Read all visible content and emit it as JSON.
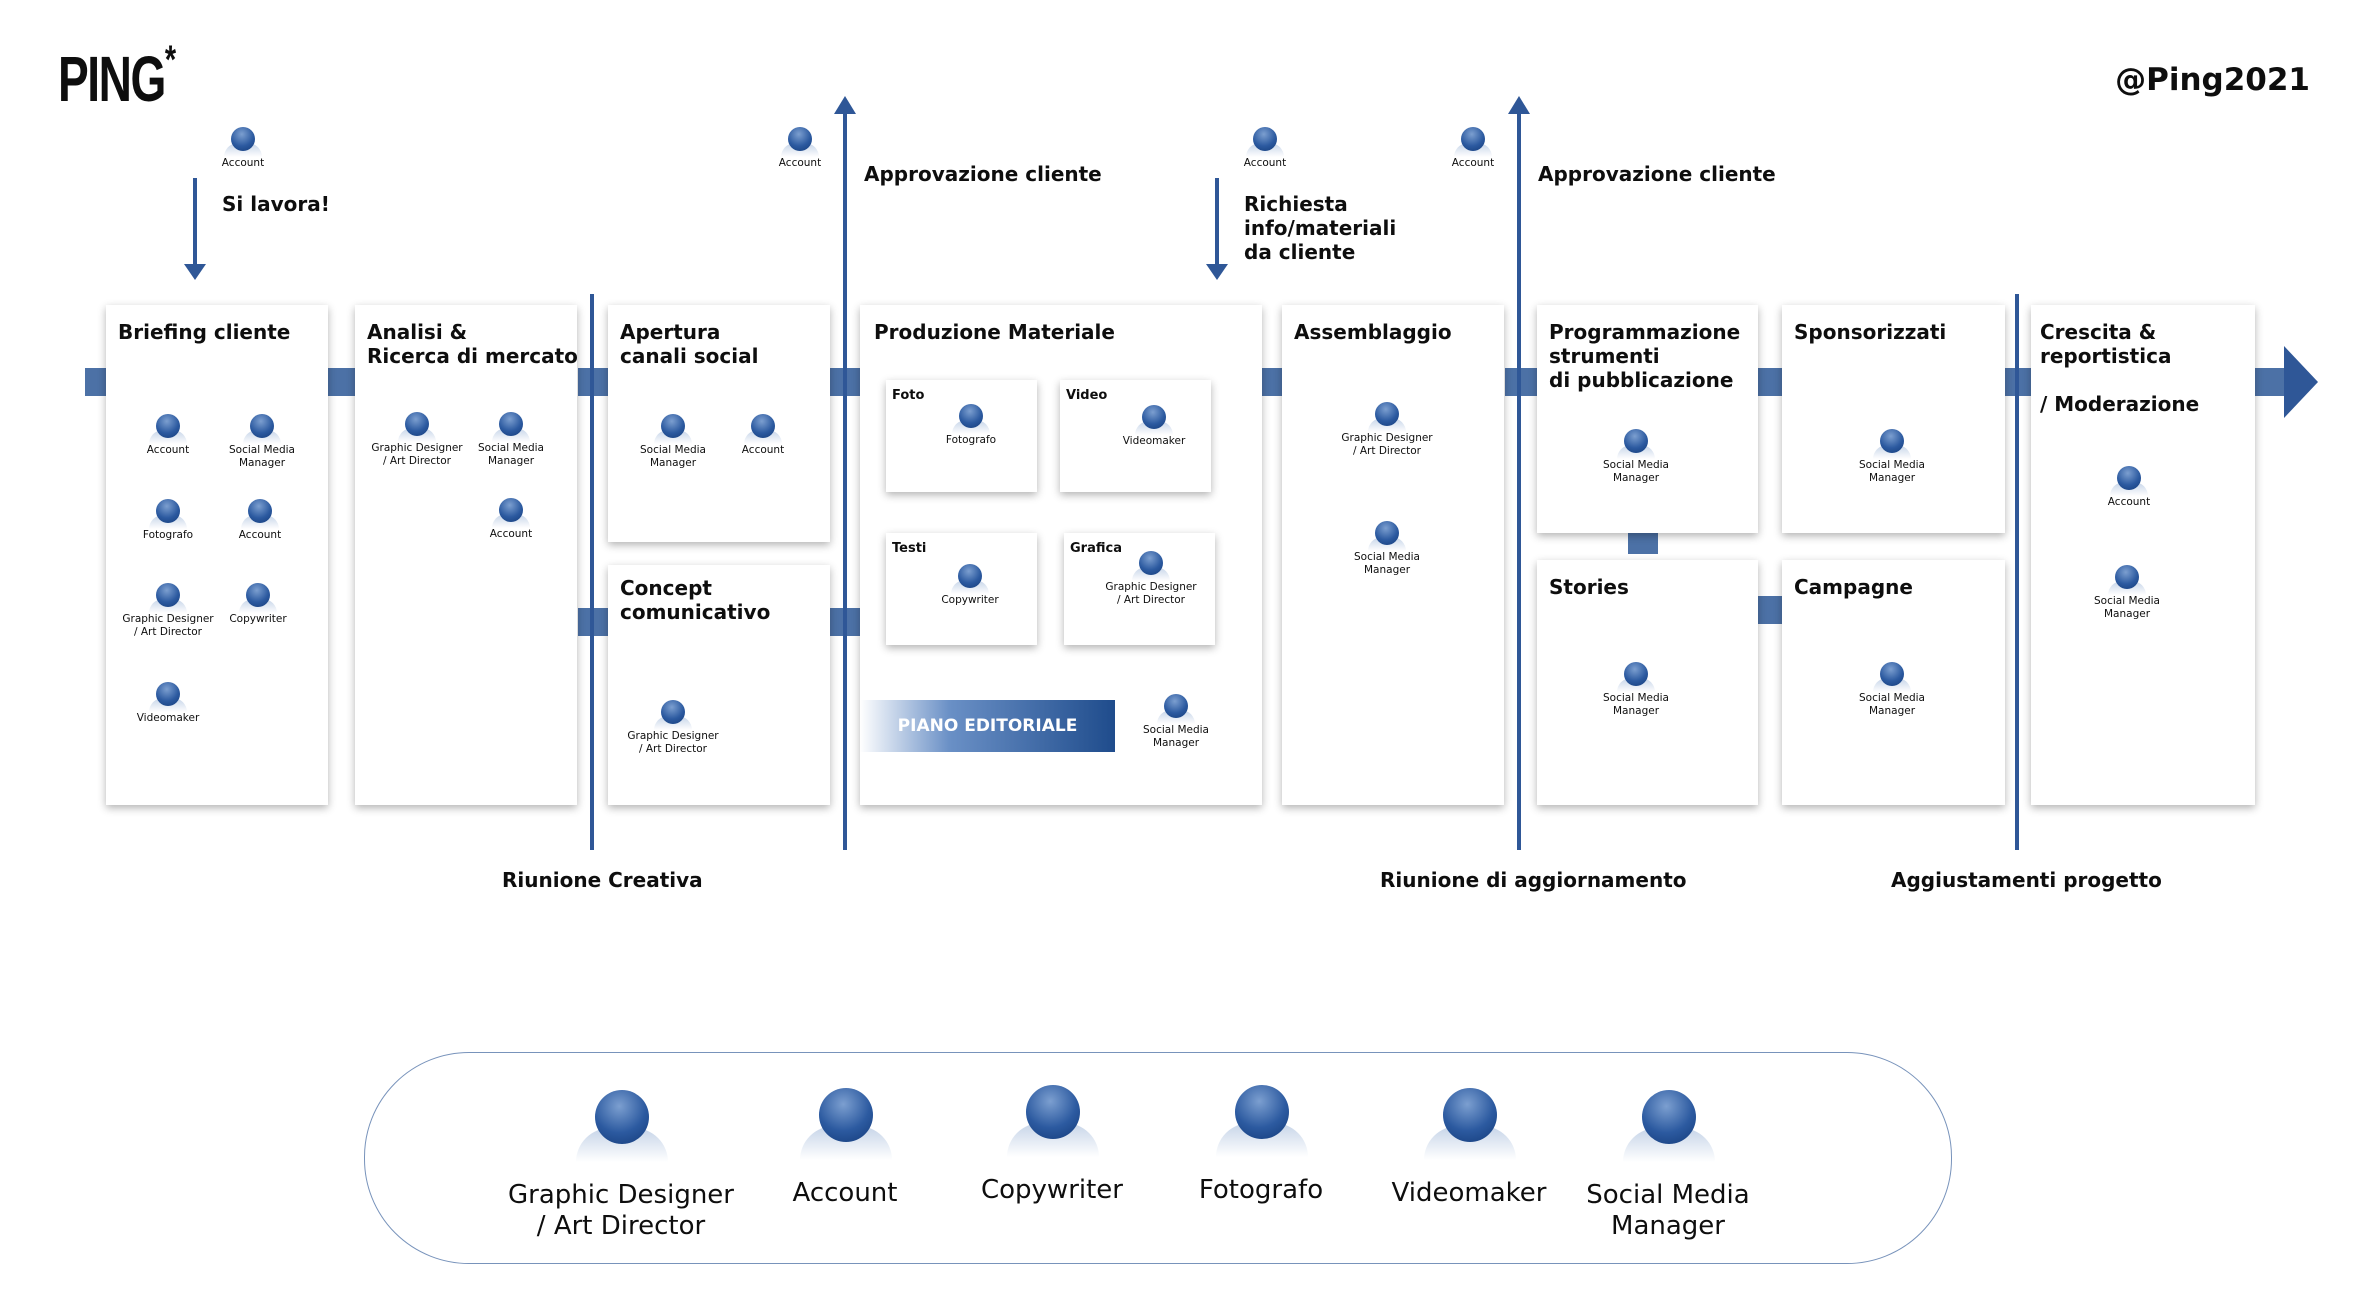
{
  "brand": {
    "logo": "PING",
    "logo_mark": "*",
    "handle": "@Ping2021"
  },
  "top_annotations": {
    "si_lavora": {
      "role": "Account",
      "text": "Si lavora!"
    },
    "approvazione_1": {
      "role": "Account",
      "text": "Approvazione cliente"
    },
    "richiesta": {
      "role": "Account",
      "text": "Richiesta\ninfo/materiali\nda cliente"
    },
    "approvazione_2": {
      "role": "Account",
      "text": "Approvazione cliente"
    }
  },
  "phases": {
    "briefing": {
      "title": "Briefing cliente",
      "people": [
        "Account",
        "Social Media\nManager",
        "Fotografo",
        "Account",
        "Graphic Designer\n/ Art Director",
        "Copywriter",
        "Videomaker"
      ]
    },
    "analisi": {
      "title": "Analisi &\n Ricerca di mercato",
      "people": [
        "Graphic Designer\n/ Art Director",
        "Social Media\nManager",
        "Account"
      ]
    },
    "apertura": {
      "title": "Apertura\ncanali social",
      "people": [
        "Social Media\nManager",
        "Account"
      ]
    },
    "concept": {
      "title": "Concept\ncomunicativo",
      "people": [
        "Graphic Designer\n/ Art Director"
      ]
    },
    "produzione": {
      "title": "Produzione Materiale",
      "foto": {
        "title": "Foto",
        "role": "Fotografo"
      },
      "video": {
        "title": "Video",
        "role": "Videomaker"
      },
      "testi": {
        "title": "Testi",
        "role": "Copywriter"
      },
      "grafica": {
        "title": "Grafica",
        "role": "Graphic Designer\n/ Art Director"
      },
      "piano": "PIANO EDITORIALE",
      "piano_role": "Social Media\nManager"
    },
    "assemblaggio": {
      "title": "Assemblaggio",
      "people": [
        "Graphic Designer\n/ Art Director",
        "Social Media\nManager"
      ]
    },
    "programmazione": {
      "title": "Programmazione\nstrumenti\ndi pubblicazione",
      "people": [
        "Social Media\nManager"
      ]
    },
    "stories": {
      "title": "Stories",
      "people": [
        "Social Media\nManager"
      ]
    },
    "sponsorizzati": {
      "title": "Sponsorizzati",
      "people": [
        "Social Media\nManager"
      ]
    },
    "campagne": {
      "title": "Campagne",
      "people": [
        "Social Media\nManager"
      ]
    },
    "crescita": {
      "title": "Crescita &\nreportistica\n\n/ Moderazione",
      "people": [
        "Account",
        "Social Media\nManager"
      ]
    }
  },
  "meetings": {
    "creativa": "Riunione Creativa",
    "aggiornamento": "Riunione di aggiornamento",
    "aggiustamenti": "Aggiustamenti progetto"
  },
  "legend": [
    "Graphic Designer\n/ Art Director",
    "Account",
    "Copywriter",
    "Fotografo",
    "Videomaker",
    "Social Media\nManager"
  ],
  "colors": {
    "accent": "#2f5797",
    "connector": "#4c71a6",
    "text": "#0e0e0e"
  }
}
